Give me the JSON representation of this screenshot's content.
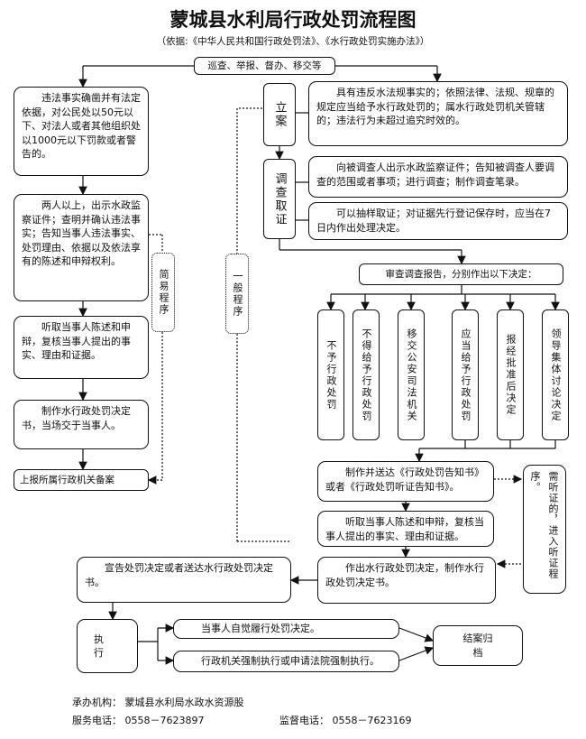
{
  "title": "蒙城县水利局行政处罚流程图",
  "basis": "（依据:《中华人民共和国行政处罚法》、《水行政处罚实施办法》）",
  "top_source": "巡查、举报、督办、移交等",
  "simple": {
    "label": "简易程序",
    "step1": "违法事实确凿并有法定依据，对公民处以50元以下、对法人或者其他组织处以1000元以下罚款或者警告的。",
    "step2": "两人以上，出示水政监察证件；查明并确认违法事实；告知当事人违法事实、处罚理由、依据以及依法享有的陈述和申辩权利。",
    "step3": "听取当事人陈述和申辩，复核当事人提出的事实、理由和证据。",
    "step4": "制作水行政处罚决定书，当场交于当事人。",
    "step5": "上报所属行政机关备案"
  },
  "general": {
    "label": "一般程序",
    "filing_label": "立案",
    "filing_desc": "具有违反水法规事实的；依照法律、法规、规章的规定应当给予水行政处罚的；属水行政处罚机关管辖的；违法行为未超过追究时效的。",
    "investigate_label": "调查取证",
    "investigate_desc1": "向被调查人出示水政监察证件；告知被调查人要调查的范围或者事项；进行调查；制作调查笔录。",
    "investigate_desc2": "可以抽样取证；对证据先行登记保存时，应当在7日内作出处理决定。",
    "review": "审查调查报告，分别作出以下决定：",
    "decisions": [
      "不予行政处罚",
      "不得给予行政处罚",
      "移交公安司法机关",
      "应当给予行政处罚",
      "报经批准后决定",
      "领导集体讨论决定"
    ],
    "notice": "制作并送达《行政处罚告知书》或者《行政处罚听证告知书》。",
    "hearing": "需听证的，进入听证程序。",
    "statement": "听取当事人陈述和申辩，复核当事人提出的事实、理由和证据。",
    "decision_doc": "作出水行政处罚决定，制作水行政处罚决定书。",
    "announce": "宣告处罚决定或者送达水行政处罚决定书。",
    "execute": "执行",
    "voluntary": "当事人自觉履行处罚决定。",
    "enforce": "行政机关强制执行或申请法院强制执行。",
    "close": "结案归档"
  },
  "footer": {
    "org": "承办机构：  蒙城县水利局水政水资源股",
    "service_phone": "服务电话：  0558－7623897",
    "supervise_phone": "监督电话：  0558－7623169"
  }
}
